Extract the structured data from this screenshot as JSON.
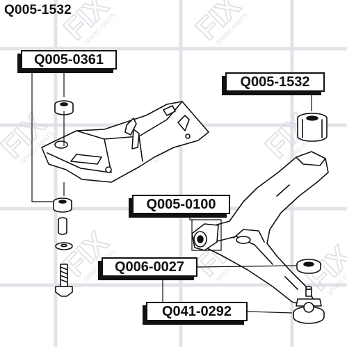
{
  "header": {
    "part_number": "Q005-1532"
  },
  "watermark": {
    "brand": "FIX",
    "tagline": "SPARE PARTS",
    "color": "#c9cdd6"
  },
  "parts": [
    {
      "label": "Q005-0361"
    },
    {
      "label": "Q005-1532"
    },
    {
      "label": "Q005-0100"
    },
    {
      "label": "Q006-0027"
    },
    {
      "label": "Q041-0292"
    }
  ],
  "colors": {
    "line": "#111111",
    "background": "#ffffff"
  }
}
